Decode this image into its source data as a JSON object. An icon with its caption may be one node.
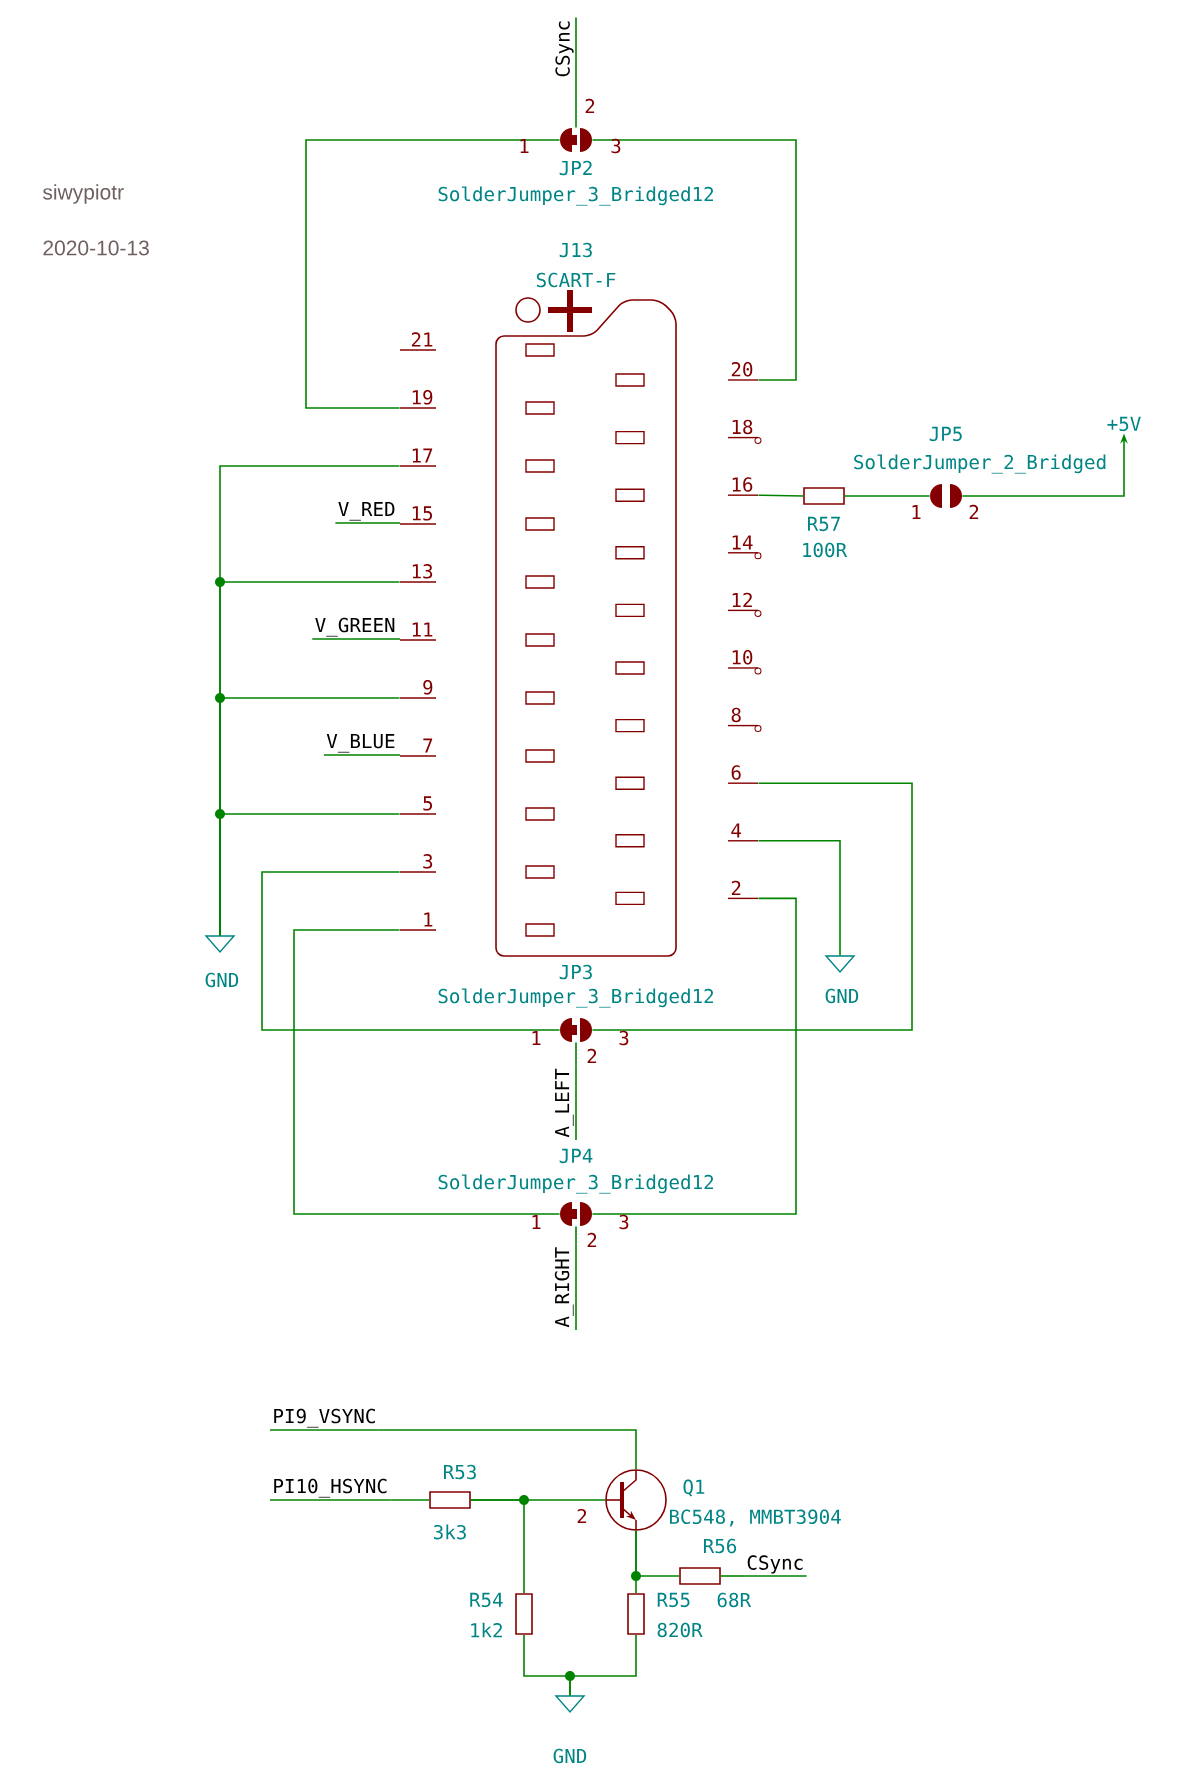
{
  "diagram": {
    "nodes": [
      {
        "text": [
          "JP2",
          "SolderJumper_3_Bridged12"
        ]
      },
      {
        "text": [
          "J13",
          "SCART-F",
          "V_RED",
          "V_GREEN",
          "V_BLUE"
        ]
      },
      {
        "text": [
          "JP5",
          "SolderJumper_2_Bridged"
        ]
      },
      {
        "text": [
          "R57",
          "100R"
        ]
      },
      {
        "text": [
          "+5V"
        ]
      },
      {
        "text": [
          "GND"
        ]
      },
      {
        "text": [
          "GND"
        ]
      },
      {
        "text": [
          "JP3",
          "SolderJumper_3_Bridged12"
        ]
      },
      {
        "text": [
          "JP4",
          "SolderJumper_3_Bridged12"
        ]
      },
      {
        "text": [
          "CSync"
        ]
      },
      {
        "text": [
          "A_LEFT"
        ]
      },
      {
        "text": [
          "A_RIGHT"
        ]
      },
      {
        "text": [
          "PI9_VSYNC"
        ]
      },
      {
        "text": [
          "PI10_HSYNC"
        ]
      },
      {
        "text": [
          "R53",
          "3k3"
        ]
      },
      {
        "text": [
          "Q1",
          "BC548, MMBT3904"
        ]
      },
      {
        "text": [
          "R54",
          "1k2"
        ]
      },
      {
        "text": [
          "R55",
          "820R"
        ]
      },
      {
        "text": [
          "R56",
          "68R"
        ]
      },
      {
        "text": [
          "CSync"
        ]
      },
      {
        "text": [
          "GND"
        ]
      }
    ],
    "edges": [
      {
        "from": 0,
        "to": 1,
        "arrow": "none"
      },
      {
        "from": 0,
        "to": 1,
        "arrow": "none"
      },
      {
        "from": 9,
        "to": 0,
        "arrow": "none"
      },
      {
        "from": 1,
        "to": 3,
        "arrow": "none"
      },
      {
        "from": 3,
        "to": 2,
        "arrow": "none"
      },
      {
        "from": 2,
        "to": 4,
        "arrow": "to"
      },
      {
        "from": 1,
        "to": 5,
        "arrow": "none"
      },
      {
        "from": 1,
        "to": 5,
        "arrow": "none"
      },
      {
        "from": 1,
        "to": 5,
        "arrow": "none"
      },
      {
        "from": 1,
        "to": 5,
        "arrow": "none"
      },
      {
        "from": 1,
        "to": 6,
        "arrow": "none"
      },
      {
        "from": 1,
        "to": 7,
        "arrow": "none"
      },
      {
        "from": 1,
        "to": 7,
        "arrow": "none"
      },
      {
        "from": 7,
        "to": 10,
        "arrow": "none"
      },
      {
        "from": 1,
        "to": 8,
        "arrow": "none"
      },
      {
        "from": 1,
        "to": 8,
        "arrow": "none"
      },
      {
        "from": 8,
        "to": 11,
        "arrow": "none"
      },
      {
        "from": 12,
        "to": 15,
        "arrow": "none"
      },
      {
        "from": 13,
        "to": 14,
        "arrow": "none"
      },
      {
        "from": 14,
        "to": 15,
        "arrow": "none"
      },
      {
        "from": 14,
        "to": 16,
        "arrow": "none"
      },
      {
        "from": 15,
        "to": 18,
        "arrow": "none"
      },
      {
        "from": 15,
        "to": 17,
        "arrow": "none"
      },
      {
        "from": 18,
        "to": 19,
        "arrow": "none"
      },
      {
        "from": 16,
        "to": 20,
        "arrow": "none"
      },
      {
        "from": 17,
        "to": 20,
        "arrow": "none"
      }
    ],
    "labels": [
      "siwypiotr",
      "2020-10-13",
      "1",
      "2",
      "3",
      "21",
      "19",
      "17",
      "15",
      "13",
      "11",
      "9",
      "7",
      "5",
      "3",
      "1",
      "20",
      "18",
      "16",
      "14",
      "12",
      "10",
      "8",
      "6",
      "4",
      "2",
      "1",
      "2",
      "1",
      "2",
      "3",
      "1",
      "2",
      "3",
      "2"
    ]
  }
}
